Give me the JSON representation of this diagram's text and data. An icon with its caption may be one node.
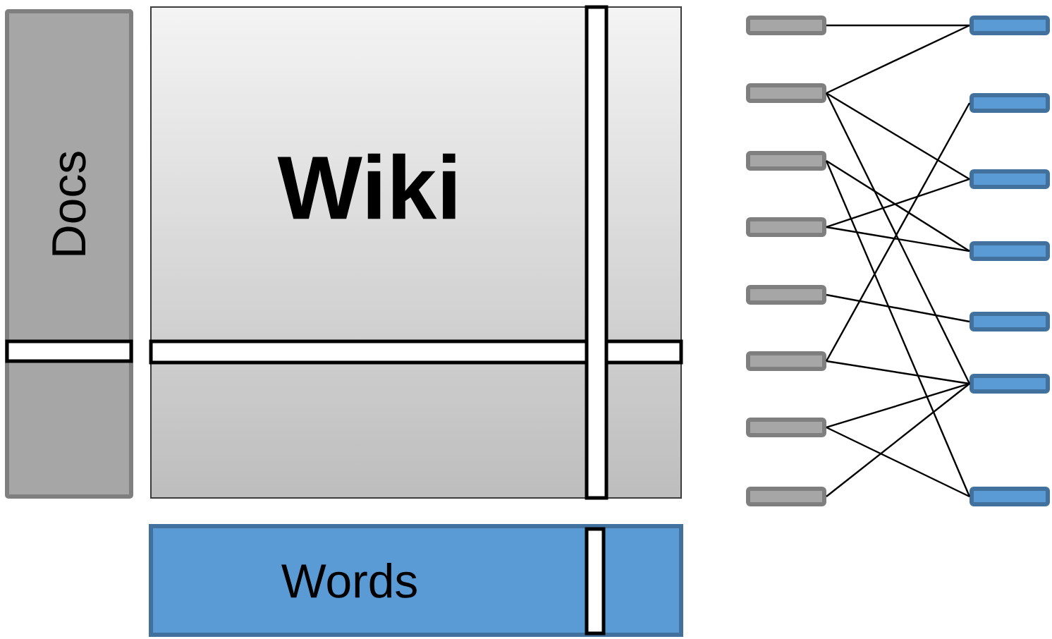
{
  "diagram": {
    "nodes": [
      {
        "text": [
          "Docs"
        ]
      },
      {
        "text": [
          "Wiki"
        ]
      },
      {
        "text": [
          "Words"
        ]
      },
      {
        "text": [],
        "shape": "bar"
      },
      {
        "text": [],
        "shape": "bar"
      },
      {
        "text": [],
        "shape": "bar"
      },
      {
        "text": [],
        "shape": "bar"
      },
      {
        "text": [],
        "shape": "bar"
      },
      {
        "text": [],
        "shape": "bar"
      },
      {
        "text": [],
        "shape": "bar"
      },
      {
        "text": [],
        "shape": "bar"
      },
      {
        "text": [],
        "shape": "bar"
      },
      {
        "text": [],
        "shape": "bar"
      },
      {
        "text": [],
        "shape": "bar"
      },
      {
        "text": [],
        "shape": "bar"
      },
      {
        "text": [],
        "shape": "bar"
      },
      {
        "text": [],
        "shape": "bar"
      },
      {
        "text": [],
        "shape": "bar"
      }
    ],
    "edges": [
      {
        "from": 3,
        "to": 11,
        "arrow": "none"
      },
      {
        "from": 4,
        "to": 11,
        "arrow": "none"
      },
      {
        "from": 4,
        "to": 13,
        "arrow": "none"
      },
      {
        "from": 4,
        "to": 16,
        "arrow": "none"
      },
      {
        "from": 5,
        "to": 14,
        "arrow": "none"
      },
      {
        "from": 5,
        "to": 17,
        "arrow": "none"
      },
      {
        "from": 6,
        "to": 13,
        "arrow": "none"
      },
      {
        "from": 6,
        "to": 14,
        "arrow": "none"
      },
      {
        "from": 7,
        "to": 15,
        "arrow": "none"
      },
      {
        "from": 8,
        "to": 12,
        "arrow": "none"
      },
      {
        "from": 8,
        "to": 16,
        "arrow": "none"
      },
      {
        "from": 9,
        "to": 16,
        "arrow": "none"
      },
      {
        "from": 9,
        "to": 17,
        "arrow": "none"
      },
      {
        "from": 10,
        "to": 16,
        "arrow": "none"
      }
    ]
  }
}
